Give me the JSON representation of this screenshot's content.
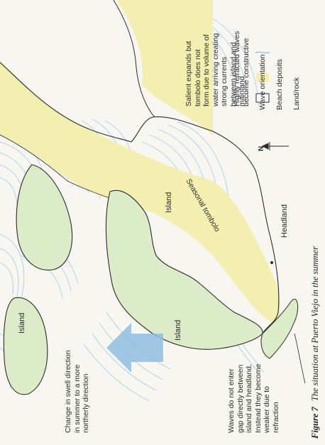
{
  "figure": {
    "number": "Figure 7",
    "caption": "The situation at Puerto Viejo in the summer"
  },
  "labels": {
    "island_north": "Island",
    "island_middle": "Island",
    "island_south": "Island",
    "headland": "Headland",
    "tombolo": "Seasonal tombolo"
  },
  "annotations": {
    "salient": "Salient expands but\ntombolo does not\nform due to volume of\nwater arriving creating\nstrong currents\nbetween island and\nmainland",
    "refracted": "Highly refracted waves\nbecome constructive",
    "swell": "Change in swell direction\nin summer to a more\nnortherly direction",
    "gap": "Waves do not enter\ngap directly between\nisland and headland.\nInstead they become\nweaker due to\nrefraction"
  },
  "legend": {
    "items": [
      {
        "label": "Wave orientation",
        "symbol": "line",
        "color": "#9cc5e3"
      },
      {
        "label": "Beach deposits",
        "symbol": "fill",
        "color": "#f3efb0"
      },
      {
        "label": "Land/rock",
        "symbol": "box",
        "color": "#ffffff"
      }
    ],
    "north": "N"
  },
  "colors": {
    "sea_lines": "#a9cfe8",
    "beach": "#f3efb0",
    "land": "#dcebc8",
    "arrow": "#8fbde0",
    "coast": "#2b2b2b"
  }
}
